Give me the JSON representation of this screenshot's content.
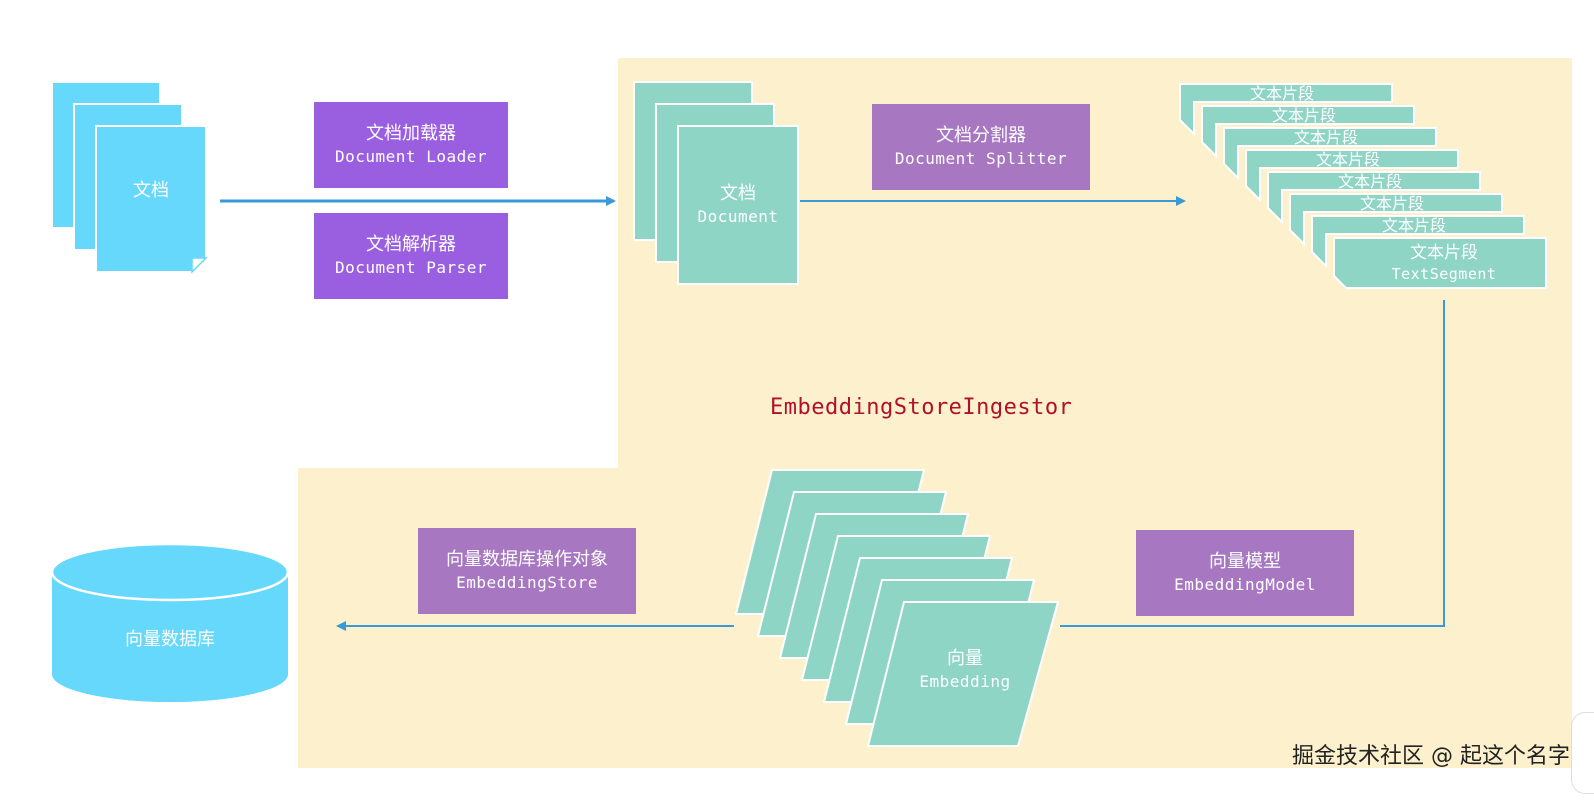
{
  "colors": {
    "doc_blue": "#66d8fb",
    "doc_teal": "#8fd5c6",
    "panel": "#fdf1cd",
    "arrow": "#3a9ad5",
    "purple_primary": "#9a5ee0",
    "purple_secondary": "#a877c2",
    "ingestor_text": "#b0102a"
  },
  "source_docs": {
    "label": "文档"
  },
  "loader": {
    "cn": "文档加载器",
    "en": "Document Loader"
  },
  "parser": {
    "cn": "文档解析器",
    "en": "Document Parser"
  },
  "document": {
    "cn": "文档",
    "en": "Document"
  },
  "splitter": {
    "cn": "文档分割器",
    "en": "Document Splitter"
  },
  "segments": {
    "cn": "文本片段",
    "en": "TextSegment",
    "stack": [
      "文本片段",
      "文本片段",
      "文本片段",
      "文本片段",
      "文本片段",
      "文本片段",
      "文本片段"
    ]
  },
  "ingestor": {
    "label": "EmbeddingStoreIngestor"
  },
  "embedding_model": {
    "cn": "向量模型",
    "en": "EmbeddingModel"
  },
  "embedding": {
    "cn": "向量",
    "en": "Embedding"
  },
  "embedding_store": {
    "cn": "向量数据库操作对象",
    "en": "EmbeddingStore"
  },
  "vector_db": {
    "label": "向量数据库"
  },
  "watermark": "掘金技术社区 @ 起这个名字"
}
